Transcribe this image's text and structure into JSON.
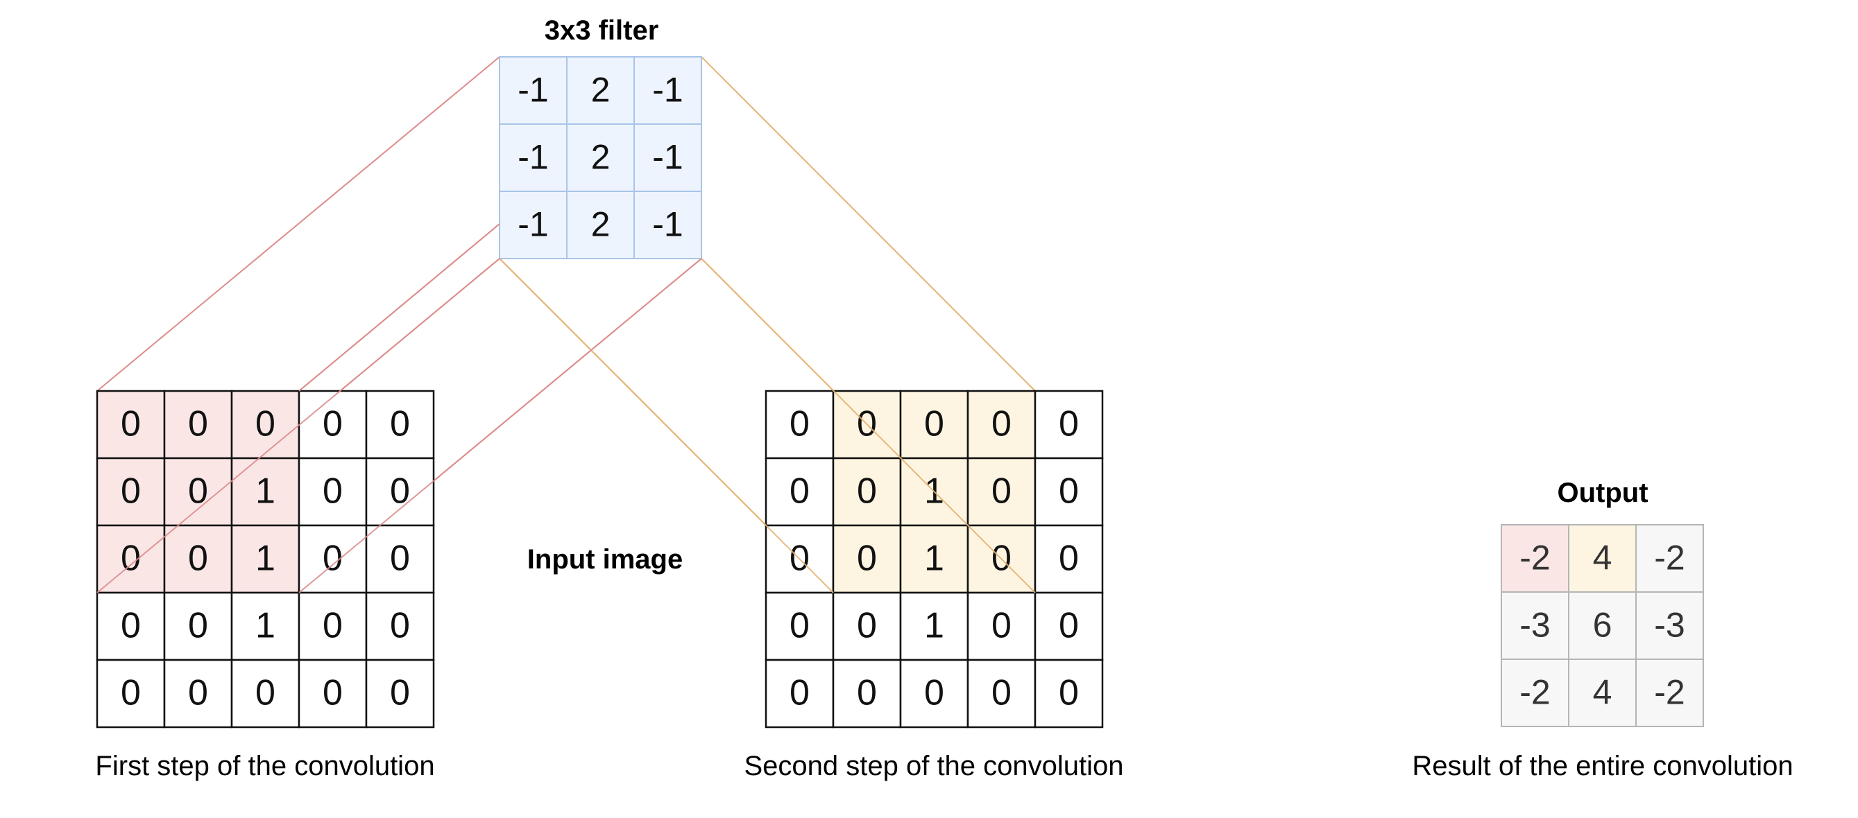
{
  "diagram": {
    "filter": {
      "title": "3x3 filter",
      "values": [
        [
          "-1",
          "2",
          "-1"
        ],
        [
          "-1",
          "2",
          "-1"
        ],
        [
          "-1",
          "2",
          "-1"
        ]
      ],
      "fill": "#eef4fd",
      "border": "#a9c4e8"
    },
    "input_label": "Input image",
    "first_step": {
      "caption": "First step of the convolution",
      "values": [
        [
          "0",
          "0",
          "0",
          "0",
          "0"
        ],
        [
          "0",
          "0",
          "1",
          "0",
          "0"
        ],
        [
          "0",
          "0",
          "1",
          "0",
          "0"
        ],
        [
          "0",
          "0",
          "1",
          "0",
          "0"
        ],
        [
          "0",
          "0",
          "0",
          "0",
          "0"
        ]
      ],
      "highlight_fill": "#fbe6e6",
      "line_color": "#dd8c8c"
    },
    "second_step": {
      "caption": "Second step of the convolution",
      "values": [
        [
          "0",
          "0",
          "0",
          "0",
          "0"
        ],
        [
          "0",
          "0",
          "1",
          "0",
          "0"
        ],
        [
          "0",
          "0",
          "1",
          "0",
          "0"
        ],
        [
          "0",
          "0",
          "1",
          "0",
          "0"
        ],
        [
          "0",
          "0",
          "0",
          "0",
          "0"
        ]
      ],
      "highlight_fill": "#fdf5e1",
      "line_color": "#e5b374"
    },
    "output": {
      "title": "Output",
      "caption": "Result of the entire convolution",
      "values": [
        [
          "-2",
          "4",
          "-2"
        ],
        [
          "-3",
          "6",
          "-3"
        ],
        [
          "-2",
          "4",
          "-2"
        ]
      ],
      "fill": "#f7f7f7",
      "border": "#b5b5b5",
      "first_cell_fill": "#fbe6e6",
      "first_cell_border": "#dd8c8c",
      "second_cell_fill": "#fdf5e1",
      "second_cell_border": "#e5b374"
    }
  }
}
